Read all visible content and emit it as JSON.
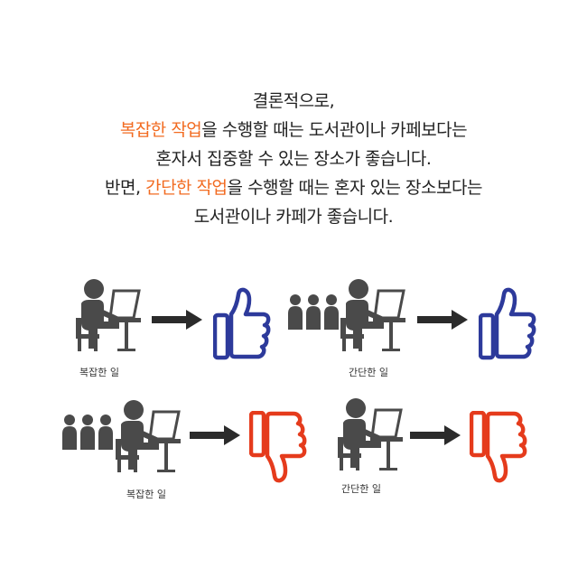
{
  "conclusion": {
    "line1": "결론적으로,",
    "line2_highlight": "복잡한 작업",
    "line2_rest": "을 수행할 때는 도서관이나 카페보다는",
    "line3": "혼자서 집중할 수 있는 장소가 좋습니다.",
    "line4_prefix": "반면, ",
    "line4_highlight": "간단한 작업",
    "line4_rest": "을 수행할 때는 혼자 있는 장소보다는",
    "line5": "도서관이나 카페가 좋습니다."
  },
  "colors": {
    "highlight": "#f26b21",
    "person": "#4a4a4a",
    "like": "#2d3a9b",
    "dislike": "#e53b1c",
    "arrow": "#2b2b2b"
  },
  "scenarios": [
    {
      "caption": "복잡한 일",
      "crowd": false,
      "icon": "thumbs-up-icon"
    },
    {
      "caption": "간단한 일",
      "crowd": true,
      "icon": "thumbs-up-icon"
    },
    {
      "caption": "복잡한 일",
      "crowd": true,
      "icon": "thumbs-down-icon"
    },
    {
      "caption": "간단한 일",
      "crowd": false,
      "icon": "thumbs-down-icon"
    }
  ]
}
